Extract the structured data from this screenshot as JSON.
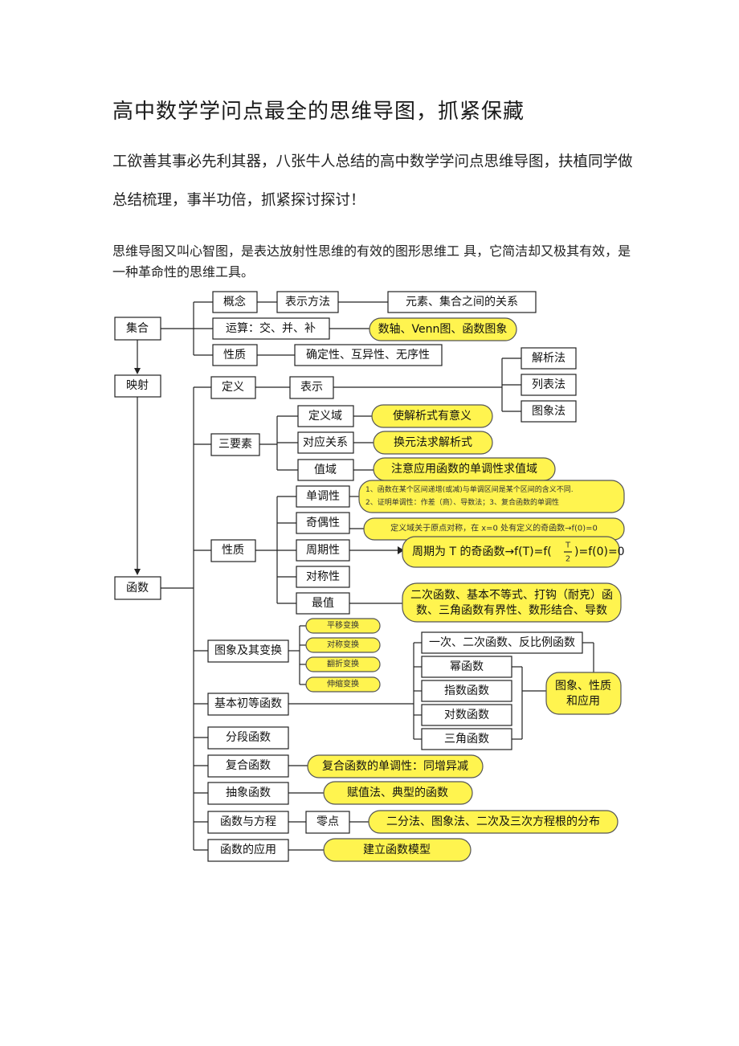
{
  "article": {
    "title": "高中数学学问点最全的思维导图，抓紧保藏",
    "intro": "工欲善其事必先利其器，八张牛人总结的高中数学学问点思维导图，扶植同学做总结梳理，事半功倍，抓紧探讨探讨！",
    "description": "思维导图又叫心智图，是表达放射性思维的有效的图形思维工 具，它简洁却又极其有效，是一种革命性的思维工具。"
  },
  "mindmap": {
    "set": {
      "root": "集合",
      "concept": "概念",
      "notation": "表示方法",
      "relation": "元素、集合之间的关系",
      "operations": "运算：交、并、补",
      "operations_tools": "数轴、Venn图、函数图象",
      "properties": "性质",
      "properties_list": "确定性、互异性、无序性"
    },
    "mapping": "映射",
    "function": {
      "root": "函数",
      "definition": "定义",
      "representation": "表示",
      "methods": [
        "解析法",
        "列表法",
        "图象法"
      ],
      "three_elements": "三要素",
      "domain": "定义域",
      "domain_note": "使解析式有意义",
      "rule": "对应关系",
      "rule_note": "换元法求解析式",
      "range": "值域",
      "range_note": "注意应用函数的单调性求值域",
      "properties": "性质",
      "monotonic": "单调性",
      "monotonic_note_1": "1、函数在某个区间递增(或减)与单调区间是某个区间的含义不同.",
      "monotonic_note_2": "2、证明单调性：作差（商）、导数法；3、复合函数的单调性",
      "parity": "奇偶性",
      "parity_note": "定义域关于原点对称，在 x=0 处有定义的奇函数→f(0)=0",
      "periodic": "周期性",
      "periodic_note_prefix": "周期为 T 的奇函数→f(T)=f(",
      "periodic_note_num": "T",
      "periodic_note_den": "2",
      "periodic_note_suffix": ")=f(0)=0",
      "symmetry": "对称性",
      "extremum": "最值",
      "extremum_note_1": "二次函数、基本不等式、打钩（耐克）函",
      "extremum_note_2": "数、三角函数有界性、数形结合、导数",
      "graph_transform": "图象及其变换",
      "transforms": [
        "平移变换",
        "对称变换",
        "翻折变换",
        "伸缩变换"
      ],
      "elementary": "基本初等函数",
      "elementary_list": [
        "一次、二次函数、反比例函数",
        "幂函数",
        "指数函数",
        "对数函数",
        "三角函数"
      ],
      "elementary_note_1": "图象、性质",
      "elementary_note_2": "和应用",
      "piecewise": "分段函数",
      "composite": "复合函数",
      "composite_note": "复合函数的单调性：同增异减",
      "abstract": "抽象函数",
      "abstract_note": "赋值法、典型的函数",
      "equation": "函数与方程",
      "zero": "零点",
      "zero_note": "二分法、图象法、二次及三次方程根的分布",
      "application": "函数的应用",
      "application_note": "建立函数模型"
    }
  }
}
